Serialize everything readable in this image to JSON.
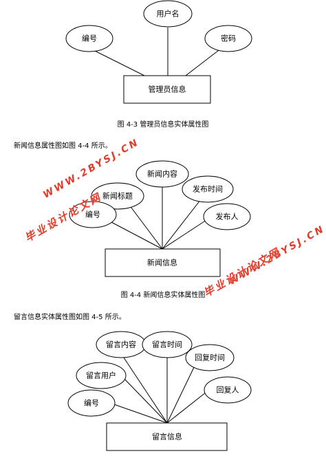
{
  "diagrams": [
    {
      "entity": "管理员信息",
      "attributes": [
        "用户名",
        "编号",
        "密码"
      ],
      "caption": "图 4-3 管理员信息实体属性图"
    },
    {
      "intro": "新闻信息属性图如图 4-4 所示。",
      "entity": "新闻信息",
      "attributes": [
        "新闻内容",
        "新闻标题",
        "发布时间",
        "编号",
        "发布人"
      ],
      "caption": "图 4-4  新闻信息实体属性图"
    },
    {
      "intro": "留言信息实体属性图如图 4-5 所示。",
      "entity": "留言信息",
      "attributes": [
        "留言内容",
        "留言时间",
        "回复时间",
        "留言用户",
        "回复人",
        "编号"
      ]
    }
  ],
  "watermarks": [
    {
      "url": "WWW.2BYSJ.CN",
      "name": "毕业设计论文网"
    },
    {
      "url": "WWW.2BYSJ.CN",
      "name": "毕业设计论文网"
    }
  ],
  "colors": {
    "line": "#000000",
    "watermark": "#e43a2a"
  }
}
